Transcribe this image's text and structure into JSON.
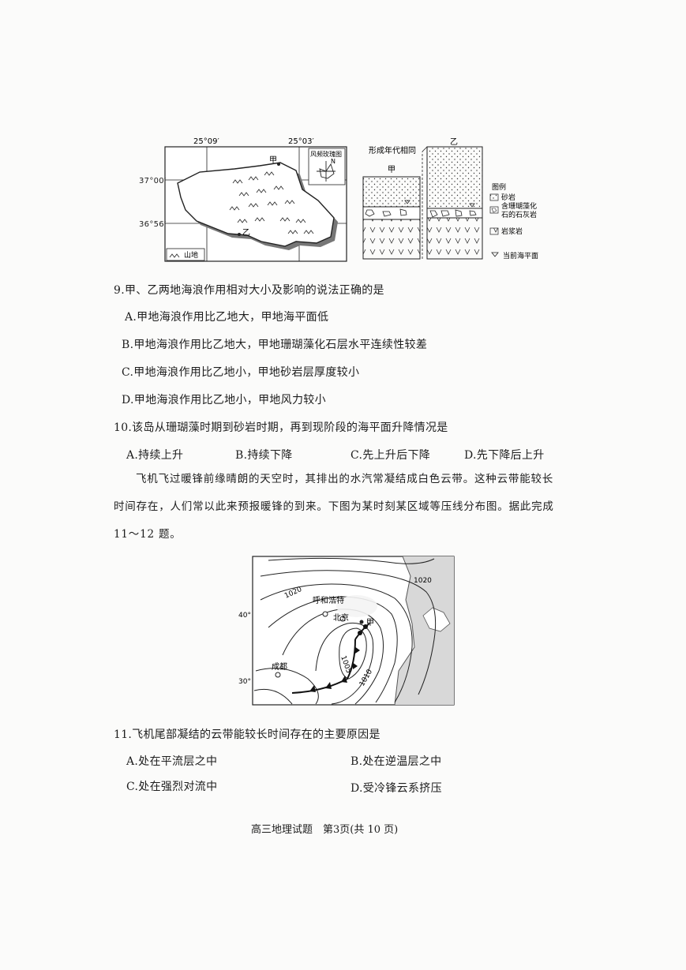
{
  "figure_top": {
    "map": {
      "lon_left": "25°09′",
      "lon_right": "25°03′",
      "lat_top": "37°00′",
      "lat_bottom": "36°56′",
      "point_jia": "甲",
      "point_yi": "乙",
      "wind_rose_title": "风频玫瑰图",
      "north": "N",
      "legend_mountain": "山地"
    },
    "strata": {
      "note": "形成年代相同",
      "label_jia": "甲",
      "label_yi": "乙",
      "legend_title": "图例",
      "legend_sandstone": "砂岩",
      "legend_coral_1": "含珊瑚藻化",
      "legend_coral_2": "石的石灰岩",
      "legend_magma": "岩浆岩",
      "legend_sealevel": "当前海平面"
    }
  },
  "q9": {
    "stem": "9.甲、乙两地海浪作用相对大小及影响的说法正确的是",
    "A": "A.甲地海浪作用比乙地大，甲地海平面低",
    "B": "B.甲地海浪作用比乙地大，甲地珊瑚藻化石层水平连续性较差",
    "C": "C.甲地海浪作用比乙地小，甲地砂岩层厚度较小",
    "D": "D.甲地海浪作用比乙地小，甲地风力较小"
  },
  "q10": {
    "stem": "10.该岛从珊瑚藻时期到砂岩时期，再到现阶段的海平面升降情况是",
    "A": "A.持续上升",
    "B": "B.持续下降",
    "C": "C.先上升后下降",
    "D": "D.先下降后上升"
  },
  "passage": {
    "line1": "飞机飞过暖锋前缘晴朗的天空时，其排出的水汽常凝结成白色云带。这种云带能较长",
    "line2": "时间存在，人们常以此来预报暖锋的到来。下图为某时刻某区域等压线分布图。据此完成",
    "line3": "11～12 题。"
  },
  "figure_weather": {
    "lat_40": "40°",
    "lat_30": "30°",
    "isobar_1020_top": "1020",
    "isobar_1020_left": "1020",
    "isobar_1005": "1005",
    "isobar_1010": "1010",
    "city_hohhot": "呼和浩特",
    "city_beijing": "北京",
    "city_chengdu": "成都",
    "point_jia": "甲"
  },
  "q11": {
    "stem": "11.飞机尾部凝结的云带能较长时间存在的主要原因是",
    "A": "A.处在平流层之中",
    "B": "B.处在逆温层之中",
    "C": "C.处在强烈对流中",
    "D": "D.受冷锋云系挤压"
  },
  "footer": {
    "text": "高三地理试题　第3页(共 10 页)"
  }
}
